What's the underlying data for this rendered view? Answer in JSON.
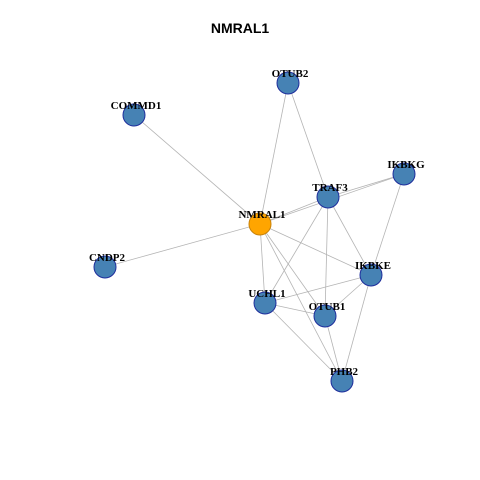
{
  "title": "NMRAL1",
  "colors": {
    "center_fill": "#FFA500",
    "center_stroke": "#C8820A",
    "node_fill": "#4682B4",
    "node_stroke": "#1E2D9C",
    "edge": "#B4B4B4",
    "label": "#000000"
  },
  "nodes": [
    {
      "id": "NMRAL1",
      "label": "NMRAL1",
      "center": true
    },
    {
      "id": "OTUB2",
      "label": "OTUB2"
    },
    {
      "id": "COMMD1",
      "label": "COMMD1"
    },
    {
      "id": "IKBKG",
      "label": "IKBKG"
    },
    {
      "id": "TRAF3",
      "label": "TRAF3"
    },
    {
      "id": "CNDP2",
      "label": "CNDP2"
    },
    {
      "id": "IKBKE",
      "label": "IKBKE"
    },
    {
      "id": "UCHL1",
      "label": "UCHL1"
    },
    {
      "id": "OTUB1",
      "label": "OTUB1"
    },
    {
      "id": "PHB2",
      "label": "PHB2"
    }
  ],
  "edges": [
    [
      "NMRAL1",
      "OTUB2"
    ],
    [
      "NMRAL1",
      "COMMD1"
    ],
    [
      "NMRAL1",
      "CNDP2"
    ],
    [
      "NMRAL1",
      "TRAF3"
    ],
    [
      "NMRAL1",
      "IKBKG"
    ],
    [
      "NMRAL1",
      "IKBKE"
    ],
    [
      "NMRAL1",
      "UCHL1"
    ],
    [
      "NMRAL1",
      "OTUB1"
    ],
    [
      "NMRAL1",
      "PHB2"
    ],
    [
      "OTUB2",
      "TRAF3"
    ],
    [
      "TRAF3",
      "IKBKG"
    ],
    [
      "TRAF3",
      "IKBKE"
    ],
    [
      "TRAF3",
      "UCHL1"
    ],
    [
      "TRAF3",
      "OTUB1"
    ],
    [
      "IKBKG",
      "IKBKE"
    ],
    [
      "IKBKE",
      "UCHL1"
    ],
    [
      "IKBKE",
      "OTUB1"
    ],
    [
      "IKBKE",
      "PHB2"
    ],
    [
      "UCHL1",
      "OTUB1"
    ],
    [
      "UCHL1",
      "PHB2"
    ],
    [
      "OTUB1",
      "PHB2"
    ]
  ]
}
